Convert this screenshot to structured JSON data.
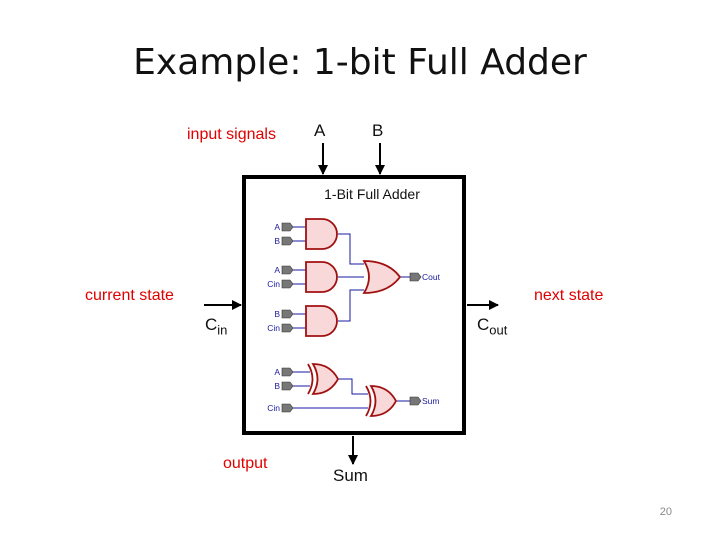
{
  "slide": {
    "title": "Example: 1-bit Full Adder",
    "page_number": "20"
  },
  "annotations": {
    "input_signals": "input signals",
    "current_state": "current state",
    "next_state": "next state",
    "output": "output"
  },
  "ports": {
    "a": "A",
    "b": "B",
    "cin_main": "C",
    "cin_sub": "in",
    "cout_main": "C",
    "cout_sub": "out",
    "sum": "Sum"
  },
  "circuit": {
    "title": "1-Bit Full Adder",
    "pins": {
      "a1": "A",
      "b1": "B",
      "a2": "A",
      "cin2": "Cin",
      "b3": "B",
      "cin3": "Cin",
      "a4": "A",
      "b4": "B",
      "cin5": "Cin",
      "cout": "Cout",
      "sum": "Sum"
    }
  },
  "colors": {
    "annotation": "#e00000",
    "gate_fill": "#f8d8d8",
    "gate_stroke": "#a01010",
    "wire": "#1a1aa0"
  }
}
